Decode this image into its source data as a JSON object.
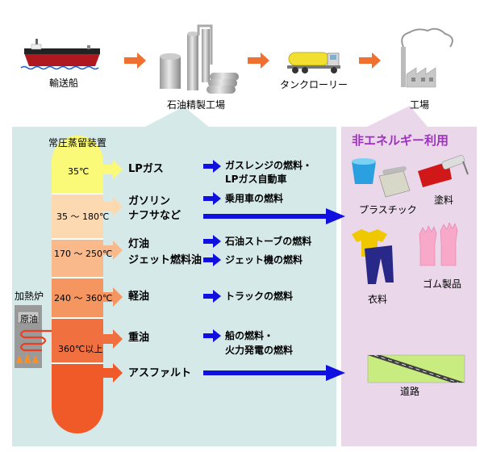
{
  "supply_chain": [
    {
      "label": "輸送船",
      "icon": "tanker-ship-icon"
    },
    {
      "label": "石油精製工場",
      "icon": "refinery-icon"
    },
    {
      "label": "タンクローリー",
      "icon": "tanker-truck-icon"
    },
    {
      "label": "工場",
      "icon": "factory-icon"
    }
  ],
  "refinery_panel": {
    "title": "常圧蒸留装置",
    "furnace_label": "加熱炉",
    "crude_label": "原油"
  },
  "fractions": [
    {
      "temp": "35℃",
      "color": "#fafa78",
      "products": [
        "LPガス"
      ],
      "uses": [
        "ガスレンジの燃料・",
        "LPガス自動車"
      ]
    },
    {
      "temp": "35 ～ 180℃",
      "color": "#fcd9b0",
      "products": [
        "ガソリン",
        "ナフサなど"
      ],
      "uses": [
        "乗用車の燃料"
      ]
    },
    {
      "temp": "170 ～ 250℃",
      "color": "#f9b98a",
      "products": [
        "灯油",
        "ジェット燃料油"
      ],
      "uses": [
        "石油ストーブの燃料",
        "ジェット機の燃料"
      ]
    },
    {
      "temp": "240 ～ 360℃",
      "color": "#f59660",
      "products": [
        "軽油"
      ],
      "uses": [
        "トラックの燃料"
      ]
    },
    {
      "temp": "360℃以上",
      "color": "#f17040",
      "products": [
        "重油"
      ],
      "uses": [
        "船の燃料・",
        "火力発電の燃料"
      ]
    },
    {
      "temp": "",
      "color": "#ef5a28",
      "products": [
        "アスファルト"
      ],
      "uses": []
    }
  ],
  "non_energy": {
    "title": "非エネルギー利用",
    "items": [
      {
        "label": "プラスチック",
        "icon": "plastic-bucket-phone-icon"
      },
      {
        "label": "塗料",
        "icon": "paint-roller-icon"
      },
      {
        "label": "衣料",
        "icon": "clothing-icon"
      },
      {
        "label": "ゴム製品",
        "icon": "rubber-gloves-icon"
      },
      {
        "label": "道路",
        "icon": "road-icon"
      }
    ]
  },
  "colors": {
    "arrow_orange": "#f07030",
    "arrow_blue": "#1010e0",
    "panel_left": "#d6e9e9",
    "panel_right": "#ead8ea",
    "title_purple": "#a030c0"
  }
}
